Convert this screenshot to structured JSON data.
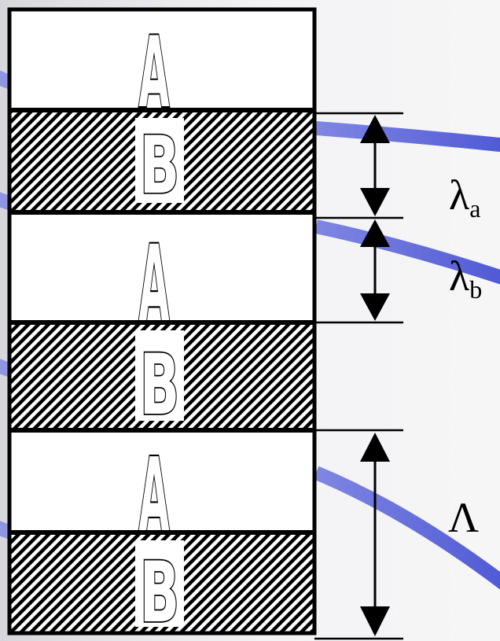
{
  "layers": [
    {
      "material": "A",
      "label": "A"
    },
    {
      "material": "B",
      "label": "B"
    },
    {
      "material": "A",
      "label": "A"
    },
    {
      "material": "B",
      "label": "B"
    },
    {
      "material": "A",
      "label": "A"
    },
    {
      "material": "B",
      "label": "B"
    }
  ],
  "dimensions": {
    "lambda_a": {
      "symbol": "λ",
      "subscript": "a"
    },
    "lambda_b": {
      "symbol": "λ",
      "subscript": "b"
    },
    "period": {
      "symbol": "Λ"
    }
  },
  "colors": {
    "layer_A": "#ffffff",
    "layer_B_hatch": "#000000",
    "beam": "#5d66d8",
    "outline": "#000000"
  }
}
